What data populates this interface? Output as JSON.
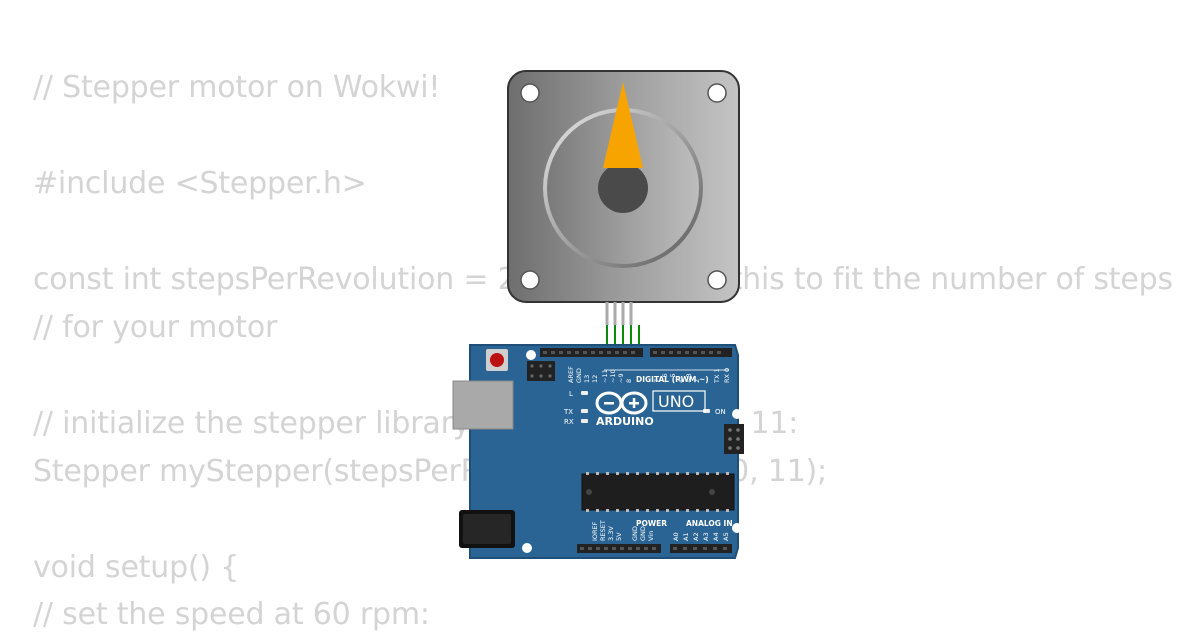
{
  "code_lines": [
    "// Stepper motor on Wokwi!",
    "#include <Stepper.h>",
    "const int stepsPerRevolution = 200;  // change this to fit the number of steps",
    "// for your motor",
    "// initialize the stepper library on pins 8 through 11:",
    "Stepper myStepper(stepsPerRevolution, 8, 9, 10, 11);",
    "void setup() {",
    "// set the speed at 60 rpm:"
  ],
  "board": {
    "brand": "ARDUINO",
    "model": "UNO",
    "digital_header_label": "DIGITAL (PWM ~)",
    "power_label": "POWER",
    "analog_label": "ANALOG IN",
    "on_label": "ON",
    "led_l": "L",
    "led_tx": "TX",
    "led_rx": "RX",
    "top_pins": [
      "AREF",
      "GND",
      "13",
      "12",
      "~11",
      "~10",
      "~9",
      "8",
      "7",
      "~6",
      "~5",
      "4",
      "~3",
      "2",
      "TX 1",
      "RX 0"
    ],
    "power_pins": [
      "IOREF",
      "RESET",
      "3.3V",
      "5V",
      "GND",
      "GND",
      "Vin"
    ],
    "analog_pins": [
      "A0",
      "A1",
      "A2",
      "A3",
      "A4",
      "A5"
    ]
  },
  "colors": {
    "board_blue": "#2a6494",
    "board_edge": "#1f4e78",
    "motor_grey": "#9a9a9a",
    "shaft_indicator": "#f7a400",
    "wire_green": "#0a8a0a",
    "code_text": "#d4d4d4"
  },
  "icons": {
    "arduino_logo": "infinity-plus-minus-logo"
  }
}
